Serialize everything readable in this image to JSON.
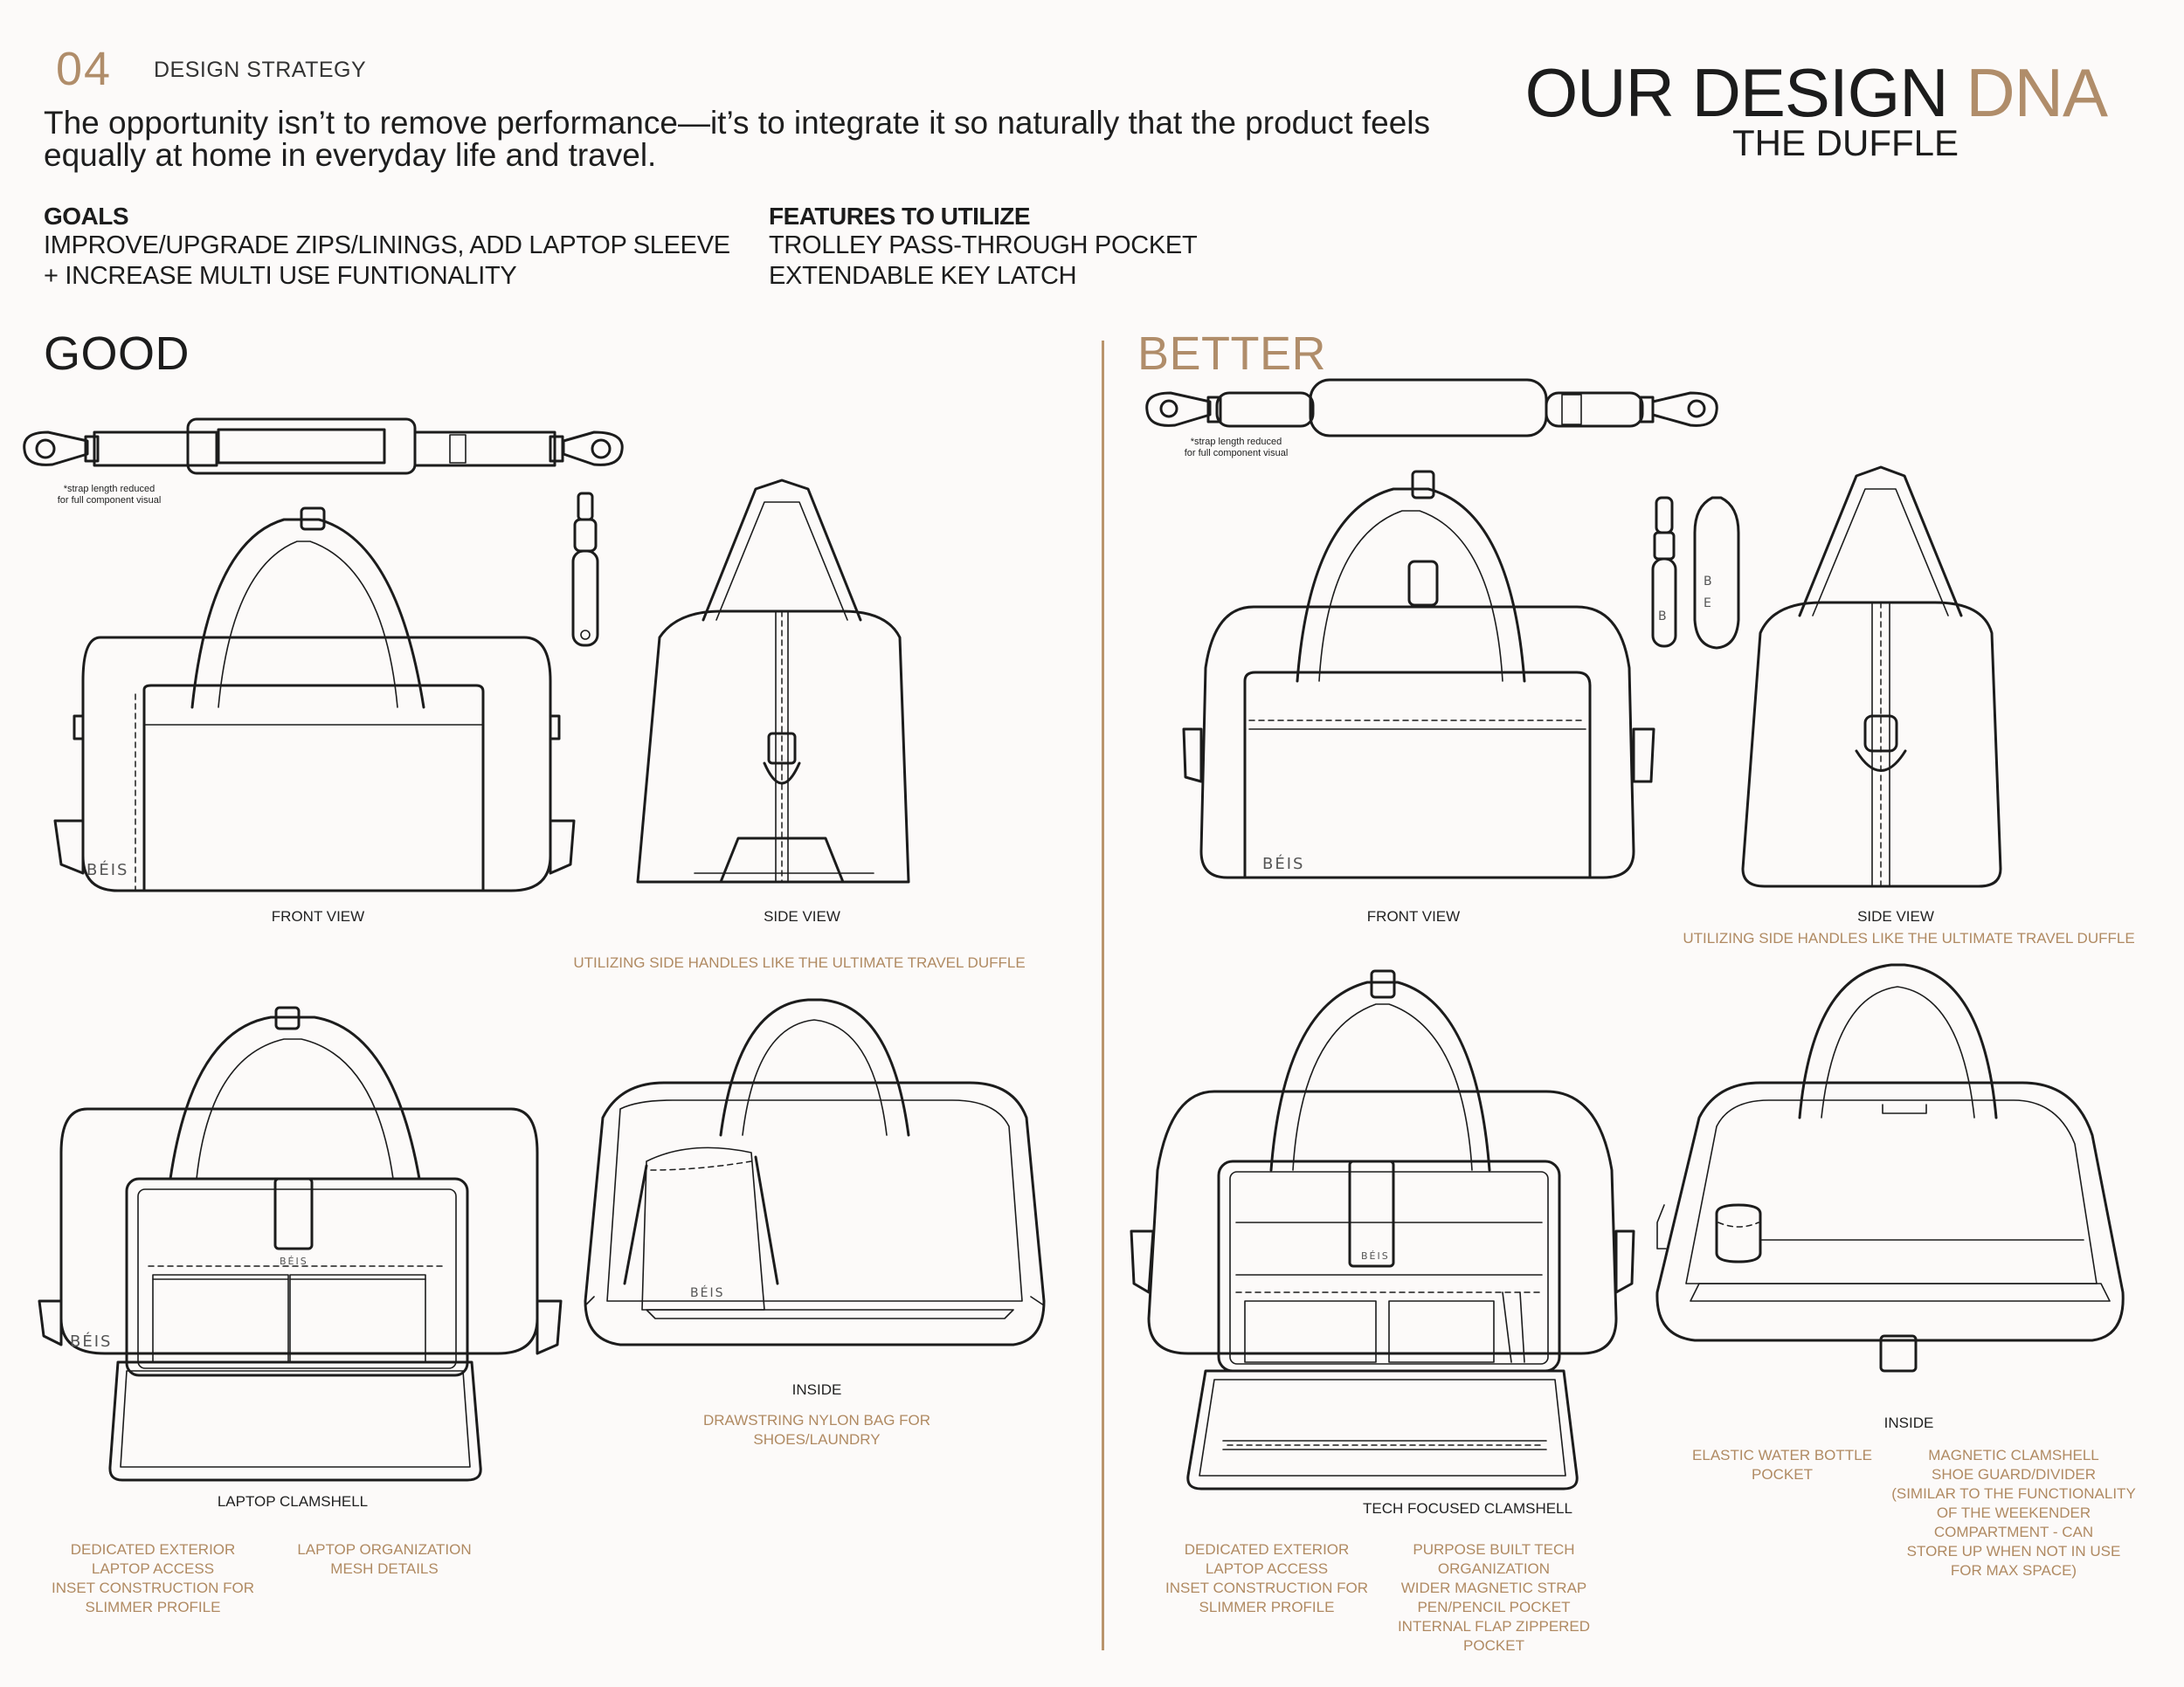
{
  "header": {
    "page_number": "04",
    "section_label": "DESIGN STRATEGY",
    "lead_text": "The opportunity isn’t to remove performance—it’s to integrate it so naturally that the product feels equally at home in everyday life and travel.",
    "title_main": "OUR DESIGN ",
    "title_accent": "DNA",
    "subtitle": "THE DUFFLE"
  },
  "goals": {
    "heading": "GOALS",
    "line1": "IMPROVE/UPGRADE ZIPS/LININGS, ADD LAPTOP SLEEVE",
    "line2": "+ INCREASE MULTI USE FUNTIONALITY"
  },
  "features": {
    "heading": "FEATURES TO UTILIZE",
    "line1": "TROLLEY PASS-THROUGH POCKET",
    "line2": "EXTENDABLE KEY LATCH"
  },
  "good": {
    "title": "GOOD",
    "strap_note": "*strap length reduced\nfor full component visual",
    "front_view": "FRONT VIEW",
    "side_view": "SIDE VIEW",
    "side_note": "UTILIZING SIDE HANDLES LIKE THE ULTIMATE TRAVEL DUFFLE",
    "clamshell_label": "LAPTOP CLAMSHELL",
    "inside_label": "INSIDE",
    "inside_note": "DRAWSTRING NYLON BAG FOR\nSHOES/LAUNDRY",
    "note_left": "DEDICATED EXTERIOR\nLAPTOP ACCESS\nINSET CONSTRUCTION FOR\nSLIMMER PROFILE",
    "note_right": "LAPTOP ORGANIZATION\nMESH DETAILS"
  },
  "better": {
    "title": "BETTER",
    "strap_note": "*strap length reduced\nfor full component visual",
    "front_view": "FRONT VIEW",
    "side_view": "SIDE VIEW",
    "side_note": "UTILIZING SIDE HANDLES LIKE THE ULTIMATE TRAVEL DUFFLE",
    "clamshell_label": "TECH FOCUSED CLAMSHELL",
    "inside_label": "INSIDE",
    "note_water": "ELASTIC WATER BOTTLE\nPOCKET",
    "note_shoe": "MAGNETIC CLAMSHELL\nSHOE GUARD/DIVIDER\n(SIMILAR TO THE FUNCTIONALITY\nOF THE WEEKENDER\nCOMPARTMENT - CAN\nSTORE UP WHEN NOT IN USE\nFOR MAX SPACE)",
    "note_left": "DEDICATED EXTERIOR\nLAPTOP ACCESS\nINSET CONSTRUCTION FOR\nSLIMMER PROFILE",
    "note_right": "PURPOSE BUILT TECH\nORGANIZATION\nWIDER MAGNETIC STRAP\nPEN/PENCIL POCKET\nINTERNAL FLAP ZIPPERED\nPOCKET"
  },
  "brand_mark": "BÉIS",
  "colors": {
    "accent": "#b08d6a",
    "text": "#1c1c1c",
    "background": "#fcfaf9"
  }
}
